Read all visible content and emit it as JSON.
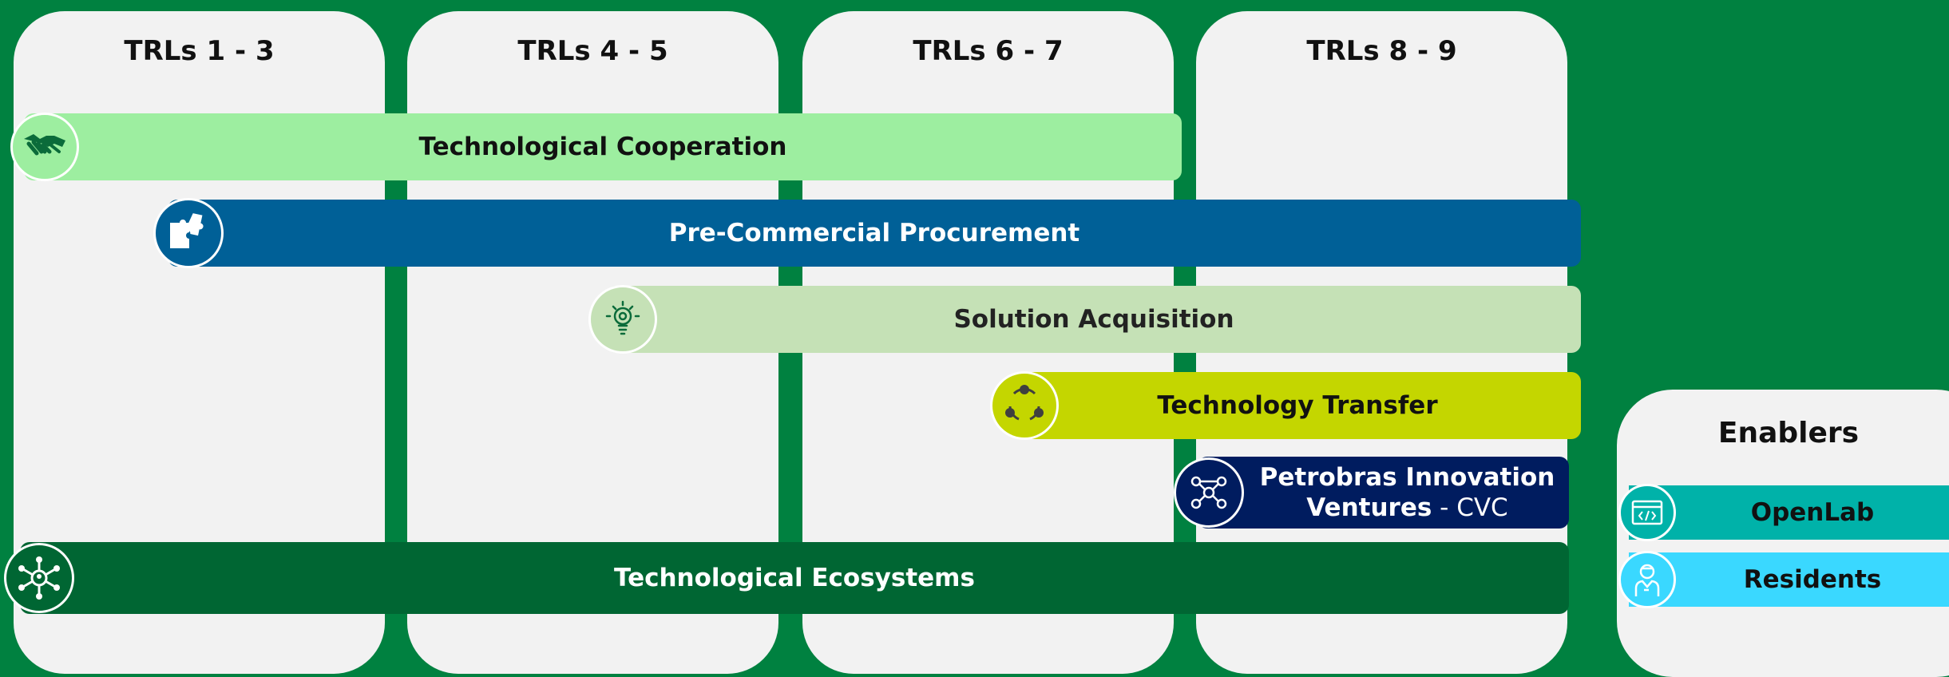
{
  "columns": [
    "TRLs 1 - 3",
    "TRLs 4 - 5",
    "TRLs 6 - 7",
    "TRLs 8 - 9"
  ],
  "programs": {
    "cooperation": {
      "label": "Technological Cooperation",
      "color": "#9deea0",
      "icon": "handshake-icon"
    },
    "procurement": {
      "label": "Pre-Commercial Procurement",
      "color": "#006097",
      "icon": "puzzle-icon"
    },
    "acquisition": {
      "label": "Solution Acquisition",
      "color": "#c5e1b6",
      "icon": "lightbulb-icon"
    },
    "transfer": {
      "label": "Technology Transfer",
      "color": "#c4d600",
      "icon": "cycle-arrows-icon"
    },
    "ventures": {
      "label_line1": "Petrobras Innovation",
      "label_line2": "Ventures",
      "label_suffix": " - CVC",
      "color": "#001c5f",
      "icon": "network-people-icon"
    },
    "ecosystems": {
      "label": "Technological Ecosystems",
      "color": "#006633",
      "icon": "hub-icon"
    }
  },
  "enablers": {
    "title": "Enablers",
    "items": [
      {
        "label": "OpenLab",
        "color": "#00b2a9",
        "icon": "code-window-icon"
      },
      {
        "label": "Residents",
        "color": "#3ad8ff",
        "icon": "scientist-icon"
      }
    ]
  }
}
